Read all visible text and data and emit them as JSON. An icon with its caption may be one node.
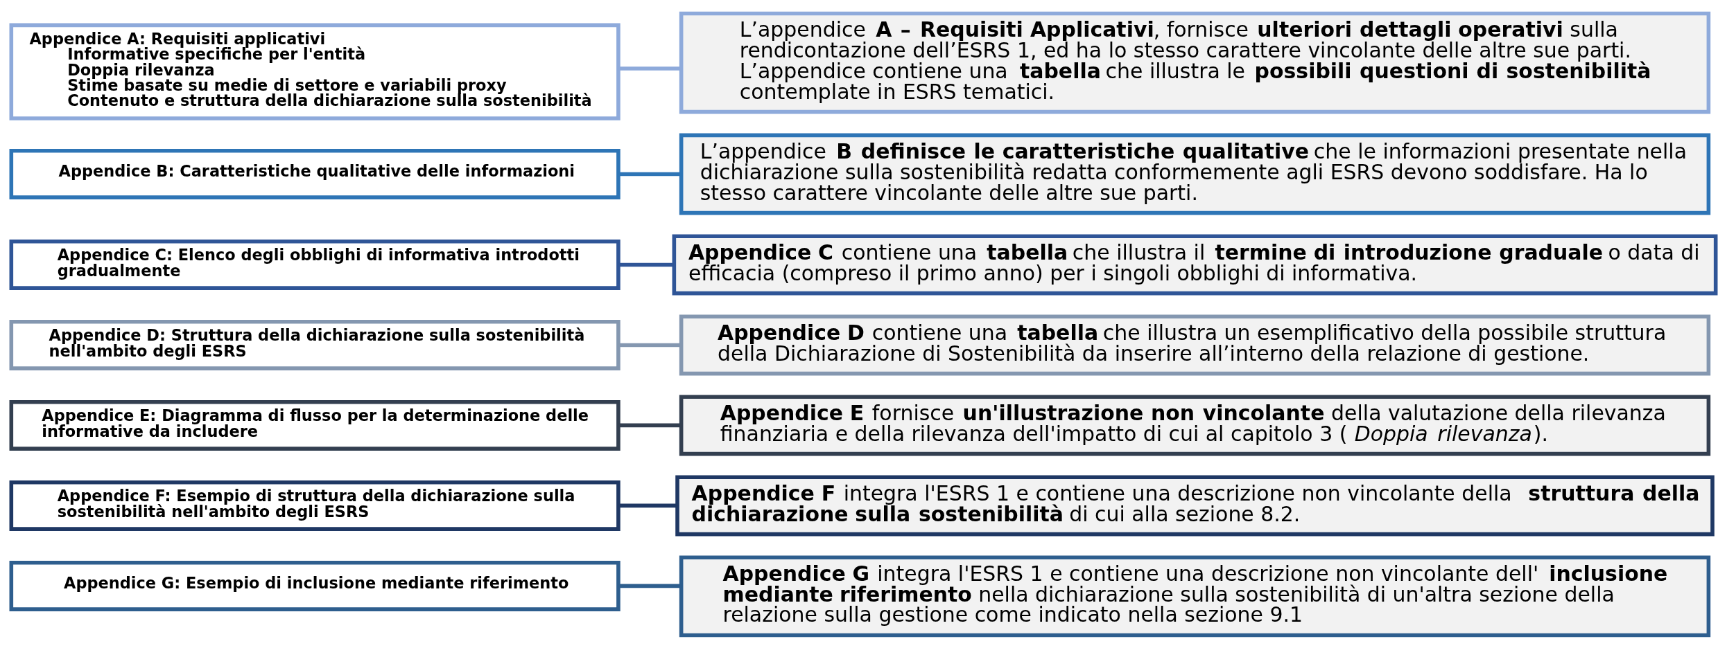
{
  "diagram": {
    "nodes": [
      {
        "text": [
          "Appendice A: Requisiti applicativi",
          "Informative specifiche per l'entità",
          "Doppia rilevanza",
          "Stime basate su medie di settore e variabili proxy",
          "Contenuto e struttura della dichiarazione sulla sostenibilità"
        ]
      },
      {
        "text": [
          "Appendice B: Caratteristiche qualitative delle informazioni"
        ]
      },
      {
        "text": [
          "Appendice C: Elenco degli obblighi di informativa introdotti gradualmente"
        ]
      },
      {
        "text": [
          "Appendice D: Struttura della dichiarazione sulla sostenibilità nell'ambito degli ESRS"
        ]
      },
      {
        "text": [
          "Appendice E: Diagramma di flusso per la determinazione delle informative da includere"
        ]
      },
      {
        "text": [
          "Appendice F: Esempio di struttura della dichiarazione sulla sostenibilità nell'ambito degli ESRS"
        ]
      },
      {
        "text": [
          "Appendice G: Esempio di inclusione mediante riferimento"
        ]
      },
      {
        "text": [
          "L’appendice **A – Requisiti Applicativi**, fornisce **ulteriori dettagli operativi** sulla rendicontazione dell’ESRS 1, ed ha lo stesso carattere vincolante delle altre sue parti. L’appendice contiene una **tabella** che illustra le **possibili questioni di sostenibilità** contemplate in ESRS tematici."
        ]
      },
      {
        "text": [
          "L’appendice **B definisce le caratteristiche qualitative** che le informazioni presentate nella dichiarazione sulla sostenibilità redatta conformemente agli ESRS devono soddisfare. Ha lo stesso carattere vincolante delle altre sue parti."
        ]
      },
      {
        "text": [
          "**Appendice C** contiene una **tabella** che illustra il **termine di introduzione graduale** o data di efficacia (compreso il primo anno) per i singoli obblighi di informativa."
        ]
      },
      {
        "text": [
          "**Appendice D** contiene una **tabella** che illustra un esemplificativo della possibile struttura della Dichiarazione di Sostenibilità da inserire all’interno della relazione di gestione."
        ]
      },
      {
        "text": [
          "**Appendice E** fornisce **un'illustrazione non vincolante** della valutazione della rilevanza finanziaria e della rilevanza dell'impatto di cui al capitolo 3 (*Doppia rilevanza*)."
        ]
      },
      {
        "text": [
          "**Appendice F** integra l'ESRS 1 e contiene una descrizione non vincolante della **struttura della dichiarazione sulla sostenibilità** di cui alla sezione 8.2."
        ]
      },
      {
        "text": [
          "**Appendice G** integra l'ESRS 1 e contiene una descrizione non vincolante dell'**inclusione mediante riferimento** nella dichiarazione sulla sostenibilità di un'altra sezione della relazione sulla gestione come indicato nella sezione 9.1"
        ]
      }
    ],
    "edges": [
      {
        "from": 0,
        "to": 7,
        "arrow": "none",
        "color": "#8eaadb"
      },
      {
        "from": 1,
        "to": 8,
        "arrow": "none",
        "color": "#2e75b6"
      },
      {
        "from": 2,
        "to": 9,
        "arrow": "none",
        "color": "#2f5597"
      },
      {
        "from": 3,
        "to": 10,
        "arrow": "none",
        "color": "#8497b0"
      },
      {
        "from": 4,
        "to": 11,
        "arrow": "none",
        "color": "#333f50"
      },
      {
        "from": 5,
        "to": 12,
        "arrow": "none",
        "color": "#1f3864"
      },
      {
        "from": 6,
        "to": 13,
        "arrow": "none",
        "color": "#2e5e8e"
      }
    ]
  }
}
